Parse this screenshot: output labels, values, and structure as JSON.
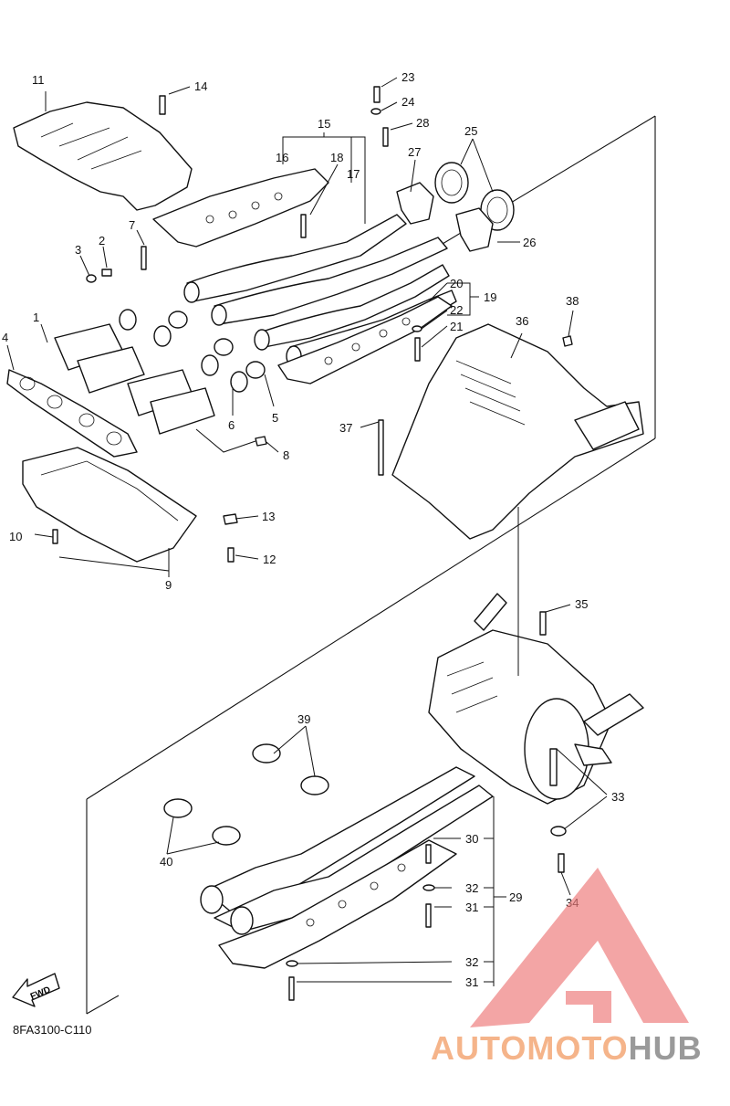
{
  "diagram": {
    "code": "8FA3100-C110",
    "fwd_label": "FWD",
    "part_numbers": [
      "1",
      "2",
      "3",
      "4",
      "5",
      "6",
      "7",
      "8",
      "9",
      "10",
      "11",
      "12",
      "13",
      "14",
      "15",
      "16",
      "17",
      "18",
      "19",
      "20",
      "21",
      "22",
      "23",
      "24",
      "25",
      "26",
      "27",
      "28",
      "29",
      "30",
      "31",
      "32",
      "33",
      "34",
      "35",
      "36",
      "37",
      "38",
      "39",
      "40"
    ]
  },
  "watermark": {
    "brand_part1": "AUTOMOTO",
    "brand_part2": "HUB",
    "colors": {
      "triangle": "#ee7b7b",
      "text_orange": "#f5b48a",
      "text_gray": "#9a9a9a"
    }
  }
}
